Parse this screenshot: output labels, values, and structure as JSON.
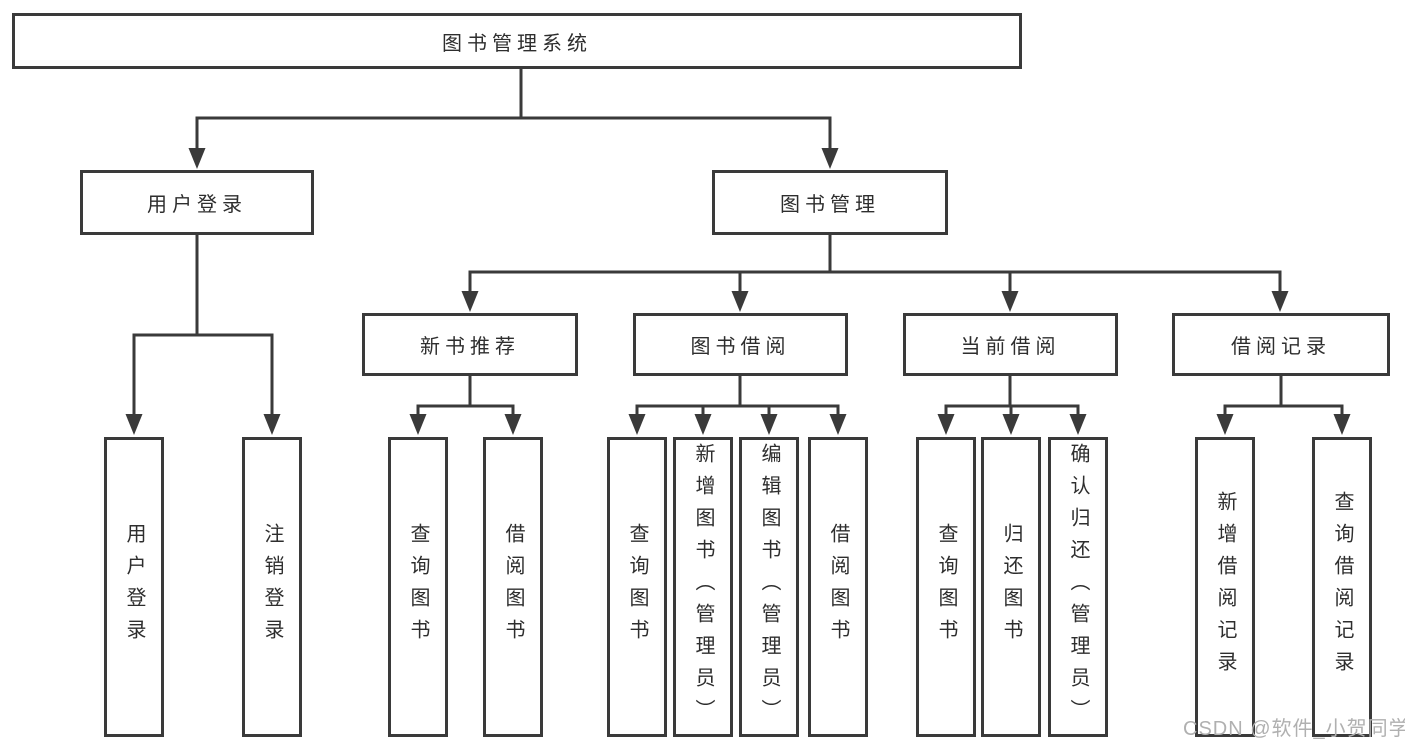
{
  "diagram": {
    "type": "hierarchy-tree",
    "colors": {
      "line": "#3a3a3a",
      "box_border": "#3a3a3a",
      "box_fill": "#ffffff",
      "text": "#2e2e2e",
      "watermark": "#b0b0b0",
      "background": "#ffffff"
    }
  },
  "tree": {
    "label": "图书管理系统",
    "children": [
      {
        "label": "用户登录",
        "children": [
          {
            "label": "用户登录"
          },
          {
            "label": "注销登录"
          }
        ]
      },
      {
        "label": "图书管理",
        "children": [
          {
            "label": "新书推荐",
            "children": [
              {
                "label": "查询图书"
              },
              {
                "label": "借阅图书"
              }
            ]
          },
          {
            "label": "图书借阅",
            "children": [
              {
                "label": "查询图书"
              },
              {
                "label": "新增图书（管理员）"
              },
              {
                "label": "编辑图书（管理员）"
              },
              {
                "label": "借阅图书"
              }
            ]
          },
          {
            "label": "当前借阅",
            "children": [
              {
                "label": "查询图书"
              },
              {
                "label": "归还图书"
              },
              {
                "label": "确认归还（管理员）"
              }
            ]
          },
          {
            "label": "借阅记录",
            "children": [
              {
                "label": "新增借阅记录"
              },
              {
                "label": "查询借阅记录"
              }
            ]
          }
        ]
      }
    ]
  },
  "watermark": "CSDN @软件_小贺同学"
}
